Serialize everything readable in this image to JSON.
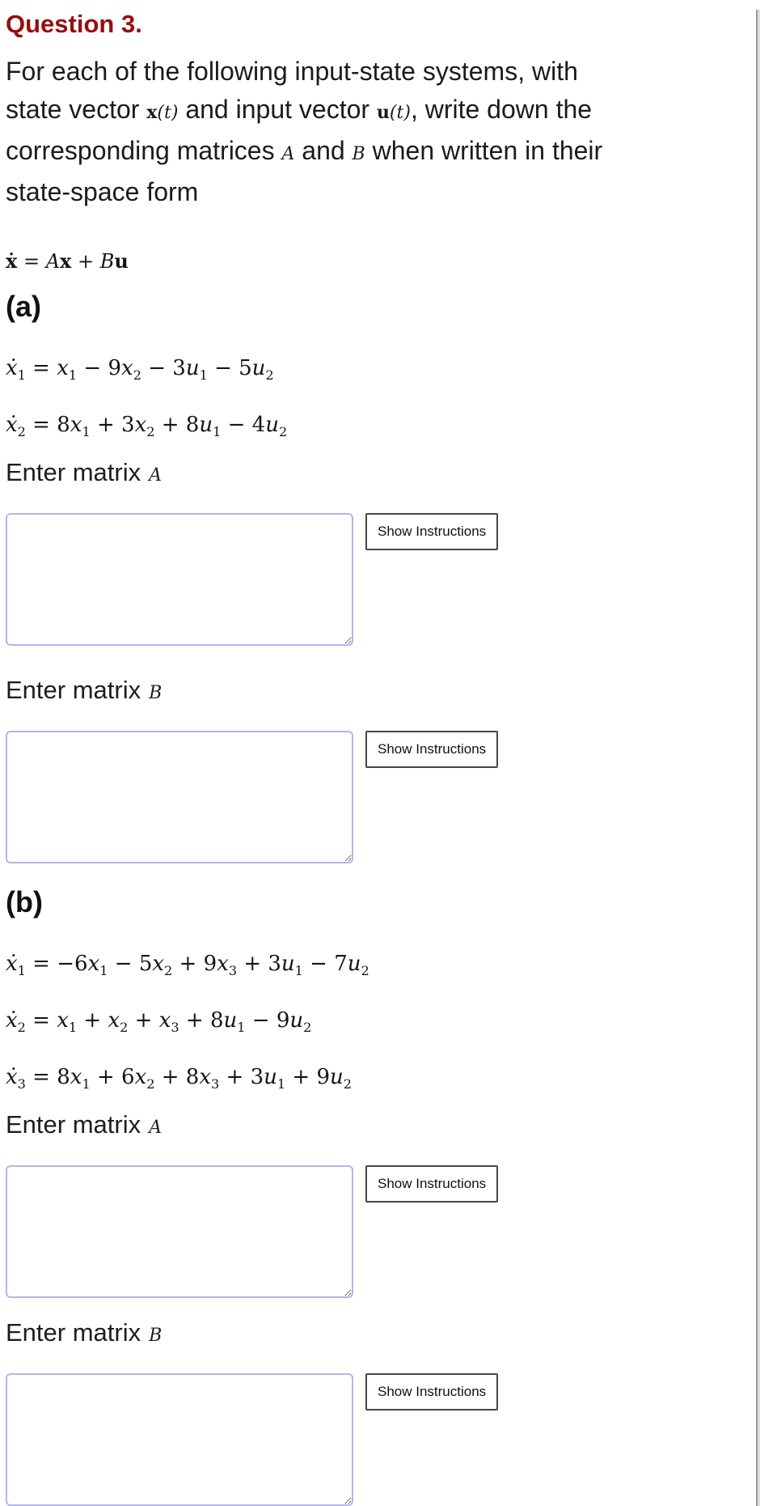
{
  "theme": {
    "heading_red": "#960f0f",
    "input_border": "#b5b5e6",
    "button_border": "#464646",
    "edge_line": "#9b9b9b",
    "edge_strip": "#dcdcdc"
  },
  "question": {
    "title": "Question 3."
  },
  "intro": {
    "lines": [
      [
        {
          "s": "t",
          "v": "For each of the following input-state systems, with"
        }
      ],
      [
        {
          "s": "t",
          "v": "state vector "
        },
        {
          "s": "vec",
          "v": "x"
        },
        {
          "s": "arg",
          "v": "(t)"
        },
        {
          "s": "t",
          "v": " and input vector "
        },
        {
          "s": "vec",
          "v": "u"
        },
        {
          "s": "arg",
          "v": "(t)"
        },
        {
          "s": "t",
          "v": ", write down the"
        }
      ],
      [
        {
          "s": "t",
          "v": "corresponding matrices "
        },
        {
          "s": "it",
          "v": "A"
        },
        {
          "s": "t",
          "v": " and "
        },
        {
          "s": "it",
          "v": "B"
        },
        {
          "s": "t",
          "v": " when written in their"
        }
      ],
      [
        {
          "s": "t",
          "v": "state-space form"
        }
      ]
    ]
  },
  "state_equation": {
    "tokens": [
      {
        "s": "vec",
        "v": "ẋ"
      },
      {
        "s": "op",
        "v": " = "
      },
      {
        "s": "it",
        "v": "A"
      },
      {
        "s": "vec",
        "v": "x"
      },
      {
        "s": "op",
        "v": " + "
      },
      {
        "s": "it",
        "v": "B"
      },
      {
        "s": "vec",
        "v": "u"
      }
    ]
  },
  "part_a": {
    "label": "(a)",
    "equations": [
      "ẋ_1 = x_1 − 9x_2 − 3u_1 − 5u_2",
      "ẋ_2 = 8x_1 + 3x_2 + 8u_1 − 4u_2"
    ],
    "matrix_a": {
      "heading": "Enter matrix",
      "symbol": "A",
      "button_label": "Show Instructions",
      "input_value": ""
    },
    "matrix_b": {
      "heading": "Enter matrix",
      "symbol": "B",
      "button_label": "Show Instructions",
      "input_value": ""
    }
  },
  "part_b": {
    "label": "(b)",
    "equations": [
      "ẋ_1 = −6x_1 − 5x_2 + 9x_3 + 3u_1 − 7u_2",
      "ẋ_2 = x_1 + x_2 + x_3 + 8u_1 − 9u_2",
      "ẋ_3 = 8x_1 + 6x_2 + 8x_3 + 3u_1 + 9u_2"
    ],
    "matrix_a": {
      "heading": "Enter matrix",
      "symbol": "A",
      "button_label": "Show Instructions",
      "input_value": ""
    },
    "matrix_b": {
      "heading": "Enter matrix",
      "symbol": "B",
      "button_label": "Show Instructions",
      "input_value": ""
    }
  }
}
